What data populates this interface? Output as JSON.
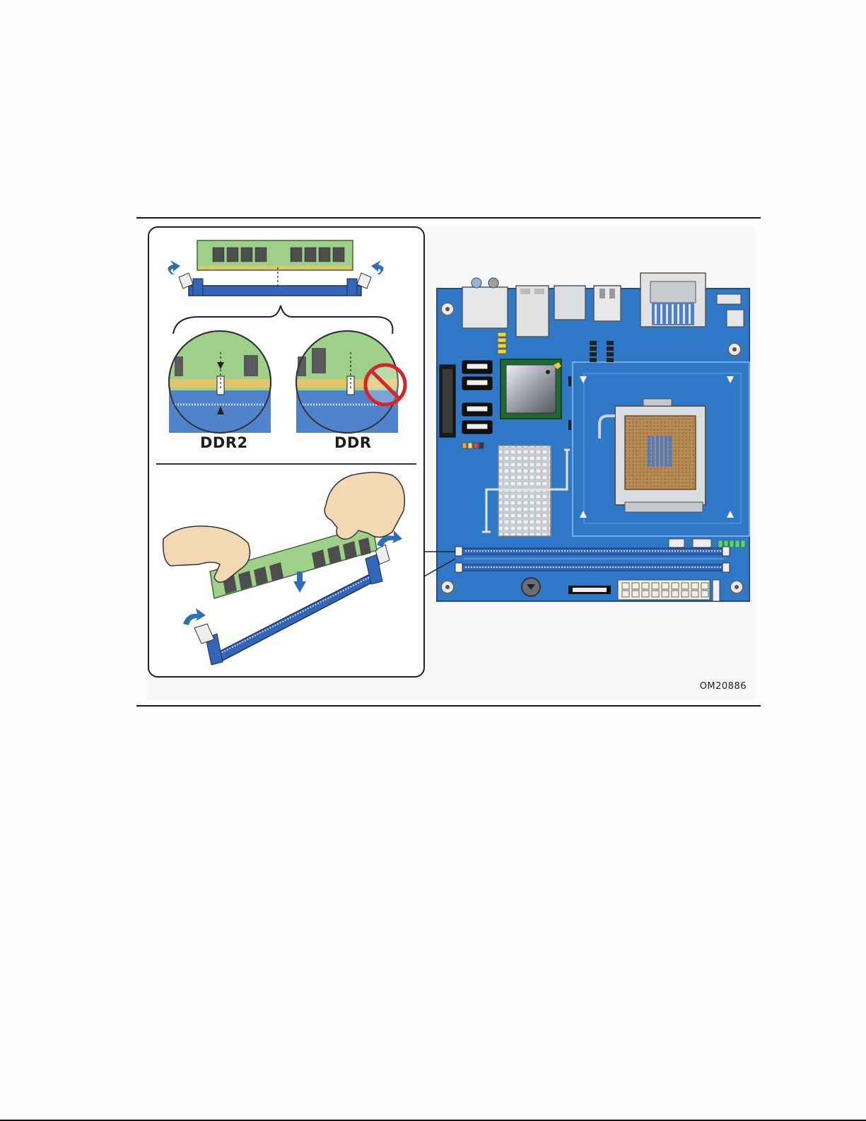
{
  "figure": {
    "labels": {
      "ddr2": "DDR2",
      "ddr": "DDR"
    },
    "figure_id": "OM20886"
  },
  "colors": {
    "board_blue": "#2f78c8",
    "socket_blue": "#3466b8",
    "module_green": "#9fd08a",
    "prohibit_red": "#d9232a",
    "arrow_blue": "#2f6fb7",
    "cpu_copper": "#b88a55"
  },
  "icons": [
    "prohibited-icon",
    "arrow-down-icon",
    "arrow-up-icon",
    "latch-open-arrow-icon"
  ]
}
